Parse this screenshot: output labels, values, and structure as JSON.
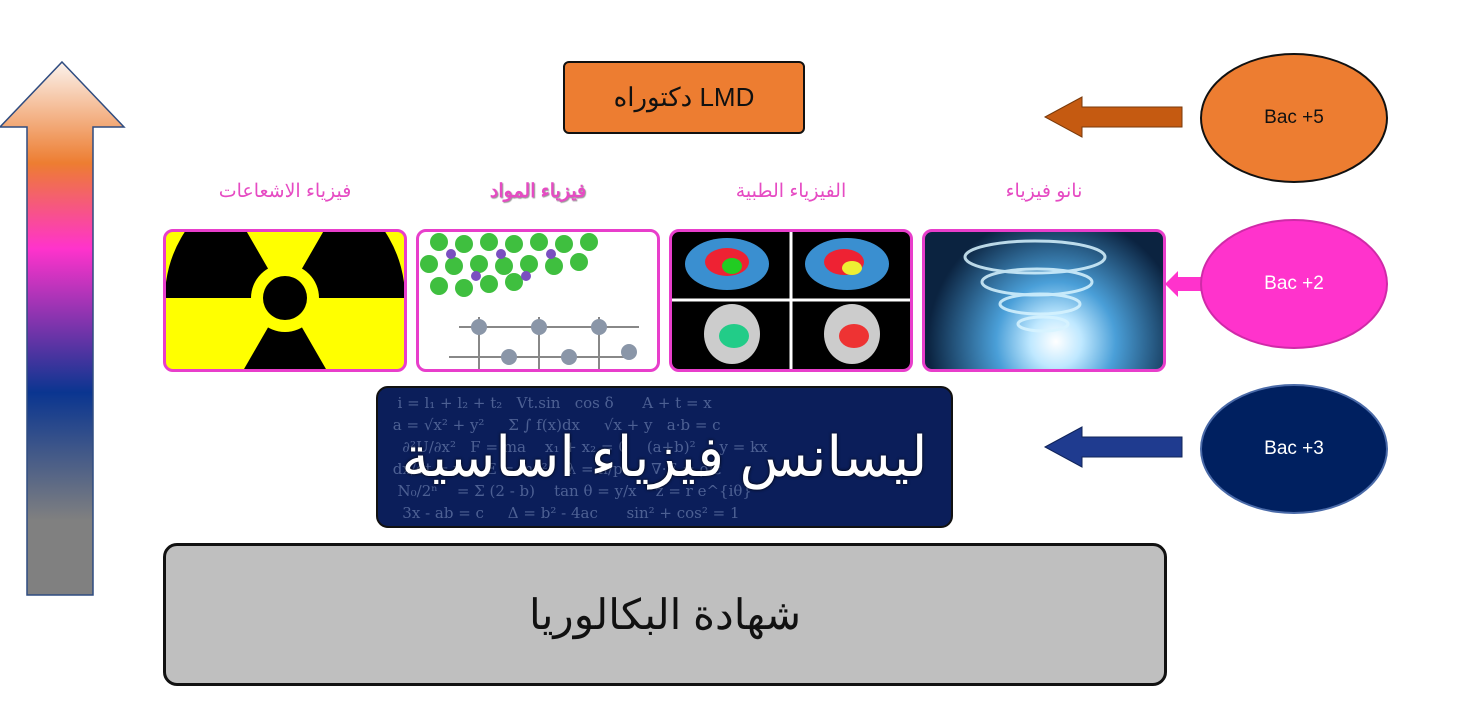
{
  "doctorate": {
    "label": "دكتوراه LMD",
    "level": "Bac +5",
    "color": "#ED7D31"
  },
  "masters": {
    "level": "Bac +2",
    "color": "#FF33CC",
    "specialties": [
      {
        "label": "فيزياء الاشعاعات",
        "image": "radiation-symbol"
      },
      {
        "label": "فيزياء المواد",
        "image": "crystal-lattice"
      },
      {
        "label": "الفيزياء الطبية",
        "image": "medical-scans"
      },
      {
        "label": "نانو فيزياء",
        "image": "nano-drill"
      }
    ]
  },
  "license": {
    "label": "ليسانس فيزياء اساسية",
    "level": "Bac +3",
    "color": "#002060"
  },
  "baccalaureate": {
    "label": "شهادة البكالوريا"
  }
}
